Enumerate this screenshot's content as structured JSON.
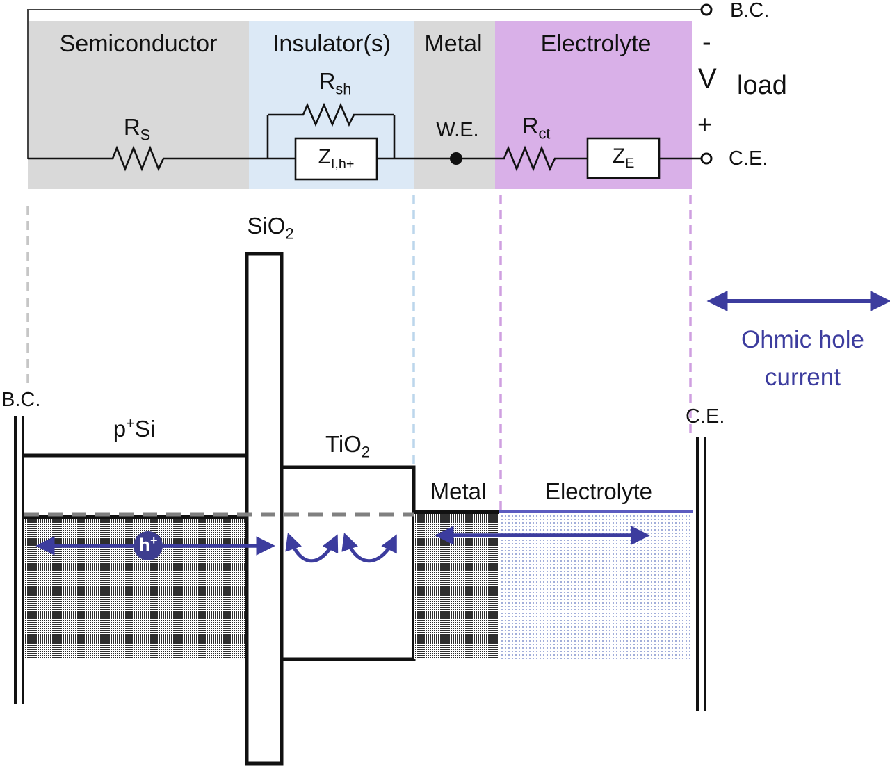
{
  "colors": {
    "semiconductor_bg": "#d9d9d9",
    "insulator_bg": "#dce9f6",
    "metal_bg": "#d9d9d9",
    "electrolyte_bg": "#d9b0e8",
    "arrow": "#3c3c9e",
    "hole_fill": "#3d3d8f",
    "dash_gray": "#c6c6c6",
    "dash_blue": "#bcd6ec",
    "dash_purple": "#cf9fe0",
    "fermi_gray": "#808080",
    "electrolyte_line": "#5c5cc0"
  },
  "circuit": {
    "regions": [
      {
        "label": "Semiconductor"
      },
      {
        "label": "Insulator(s)"
      },
      {
        "label": "Metal"
      },
      {
        "label": "Electrolyte"
      }
    ],
    "components": {
      "rs": {
        "base": "R",
        "sub": "S"
      },
      "rsh": {
        "base": "R",
        "sub": "sh"
      },
      "zi": {
        "base": "Z",
        "sub": "I,h+"
      },
      "rct": {
        "base": "R",
        "sub": "ct"
      },
      "ze": {
        "base": "Z",
        "sub": "E"
      }
    },
    "terminals": {
      "bc": "B.C.",
      "ce": "C.E.",
      "we": "W.E.",
      "minus": "-",
      "v": "V",
      "load": "load",
      "plus": "+"
    }
  },
  "band": {
    "bc": "B.C.",
    "ce": "C.E.",
    "psi": {
      "base": "p",
      "sup": "+",
      "rest": "Si"
    },
    "sio2": {
      "base": "SiO",
      "sub": "2"
    },
    "tio2": {
      "base": "TiO",
      "sub": "2"
    },
    "metal": "Metal",
    "electrolyte": "Electrolyte",
    "hole": {
      "base": "h",
      "sup": "+"
    },
    "ohmic": "Ohmic hole current"
  }
}
